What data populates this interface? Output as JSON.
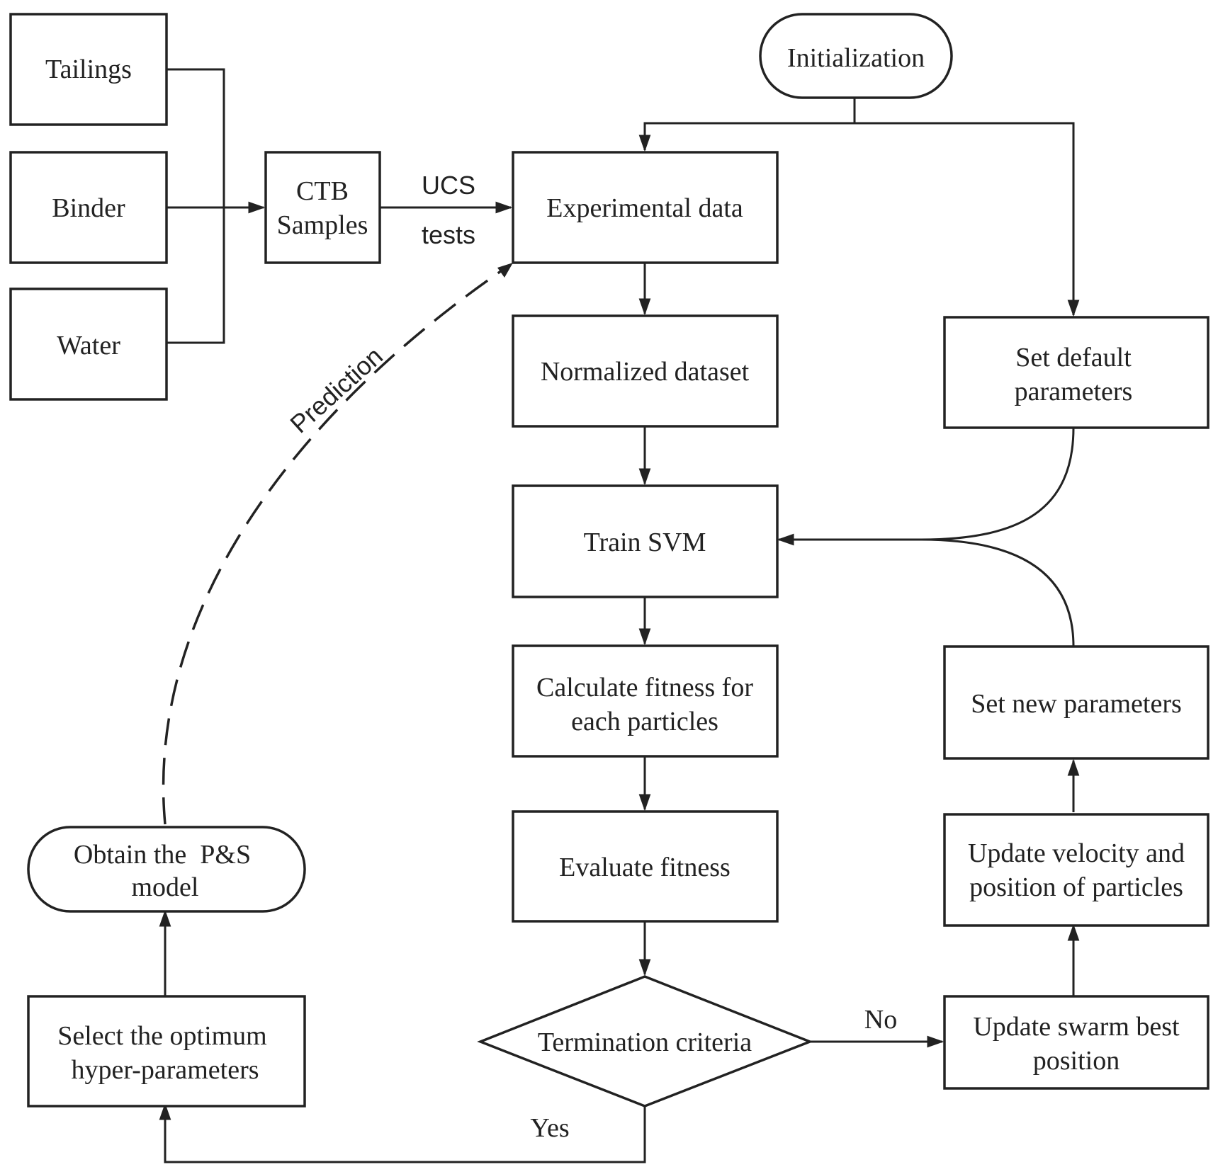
{
  "nodes": {
    "tailings": "Tailings",
    "binder": "Binder",
    "water": "Water",
    "ctb_samples": [
      "CTB",
      "Samples"
    ],
    "initialization": "Initialization",
    "experimental_data": "Experimental data",
    "normalized_dataset": "Normalized dataset",
    "train_svm": "Train SVM",
    "calculate_fitness": [
      "Calculate fitness for",
      "each particles"
    ],
    "evaluate_fitness": "Evaluate fitness",
    "termination_criteria": "Termination criteria",
    "set_default_parameters": [
      "Set default",
      "parameters"
    ],
    "set_new_parameters": "Set new parameters",
    "update_velocity": [
      "Update velocity and",
      "position of particles"
    ],
    "update_swarm": [
      "Update swarm best",
      "position"
    ],
    "select_optimum": [
      "Select the optimum",
      "hyper-parameters"
    ],
    "obtain_model": [
      "Obtain the  P&S",
      "model"
    ]
  },
  "edge_labels": {
    "ucs": "UCS",
    "tests": "tests",
    "prediction": "Prediction",
    "no": "No",
    "yes": "Yes"
  }
}
